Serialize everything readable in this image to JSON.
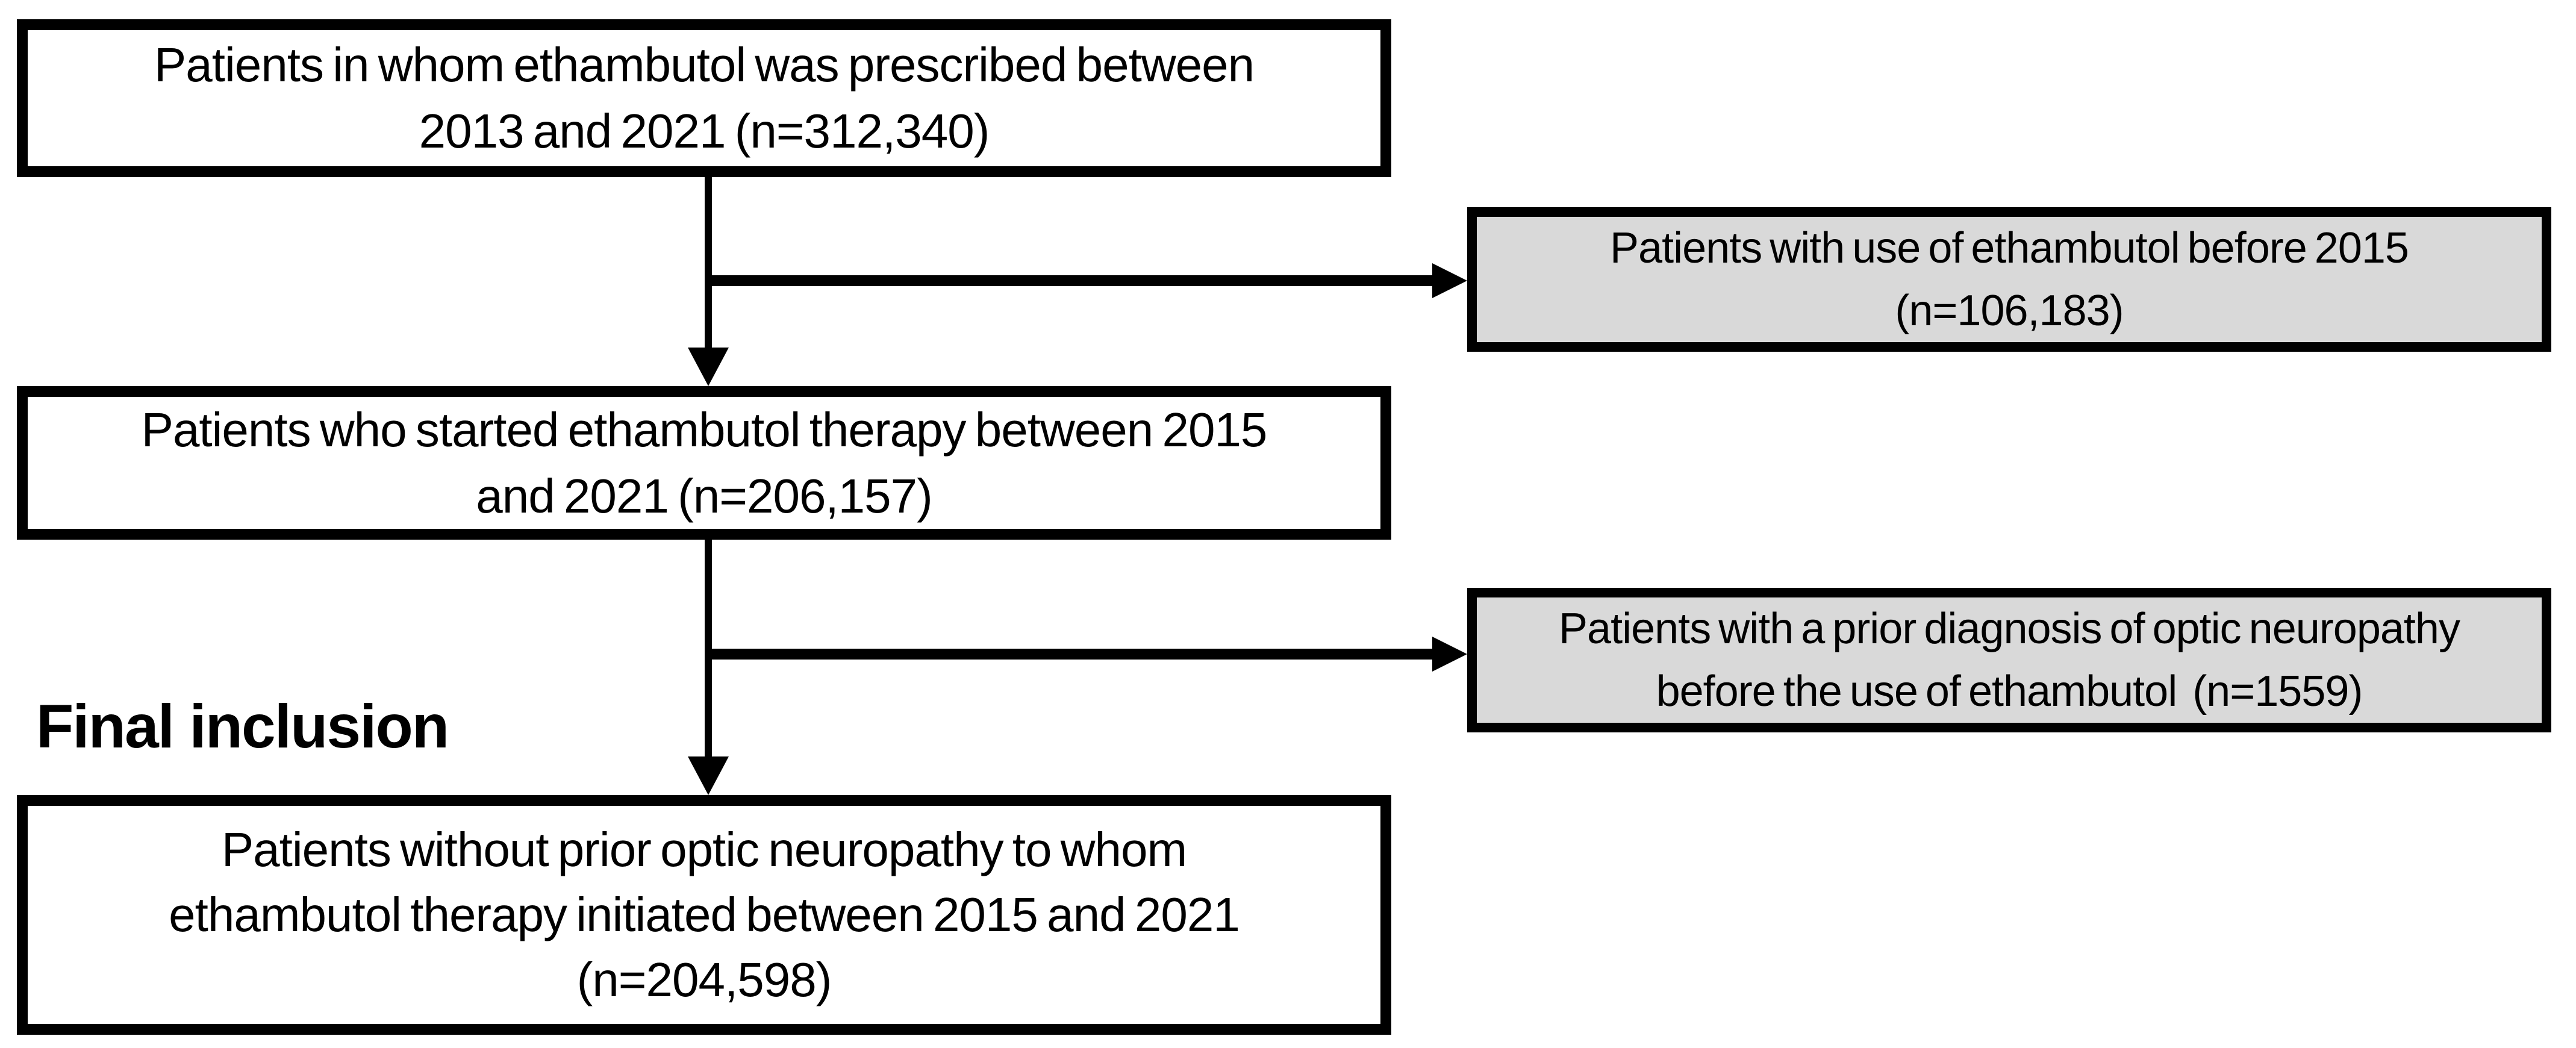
{
  "diagram": {
    "type": "patient-selection-flowchart",
    "colors": {
      "background": "#ffffff",
      "border": "#000000",
      "text": "#000000",
      "excluded_fill": "#d9d9d9"
    },
    "final_label": "Final inclusion",
    "boxes": {
      "initial": {
        "n": "312,340",
        "lines": [
          "Patients in whom ethambutol was prescribed between",
          "2013 and 2021 (n=312,340)"
        ]
      },
      "excluded1": {
        "n": "106,183",
        "lines": [
          "Patients with use of ethambutol before 2015",
          "(n=106,183)"
        ]
      },
      "started": {
        "n": "206,157",
        "lines": [
          "Patients who started ethambutol therapy between 2015",
          "and 2021 (n=206,157)"
        ]
      },
      "excluded2": {
        "n": "1559",
        "lines": [
          "Patients with a prior diagnosis of optic neuropathy",
          "before the use of ethambutol  (n=1559)"
        ]
      },
      "final": {
        "n": "204,598",
        "lines": [
          "Patients without prior optic neuropathy to whom",
          "ethambutol therapy initiated between 2015 and 2021",
          "(n=204,598)"
        ]
      }
    }
  }
}
